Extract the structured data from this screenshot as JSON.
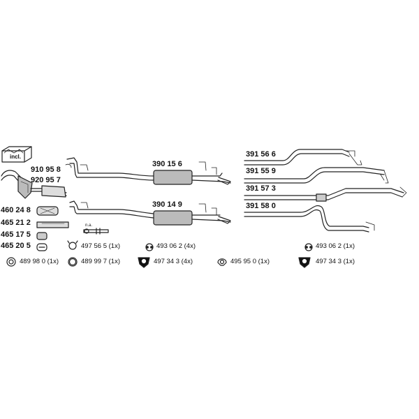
{
  "kit_label": "incl.",
  "na_label": "n.a.",
  "left_parts": [
    "910 95 8",
    "920 95 7",
    "460 24 8",
    "465 21 2",
    "465 17 5",
    "465 20 5"
  ],
  "center_parts": [
    "390 15 6",
    "390 14 9"
  ],
  "right_parts": [
    "391 56 6",
    "391 55 9",
    "391 57 3",
    "391 58 0"
  ],
  "hardware": [
    {
      "icon": "clamp-icon",
      "text": "497 56 5 (1x)"
    },
    {
      "icon": "hanger-icon",
      "text": "493 06 2 (4x)"
    },
    {
      "icon": "hanger-icon",
      "text": "493 06 2 (1x)"
    },
    {
      "icon": "gasket-icon",
      "text": "489 98 0 (1x)"
    },
    {
      "icon": "ring-icon",
      "text": "489 99 7 (1x)"
    },
    {
      "icon": "mount-icon",
      "text": "497 34 3 (4x)"
    },
    {
      "icon": "gasket-icon",
      "text": "495 95 0 (1x)"
    },
    {
      "icon": "mount-icon",
      "text": "497 34 3  (1x)"
    }
  ]
}
